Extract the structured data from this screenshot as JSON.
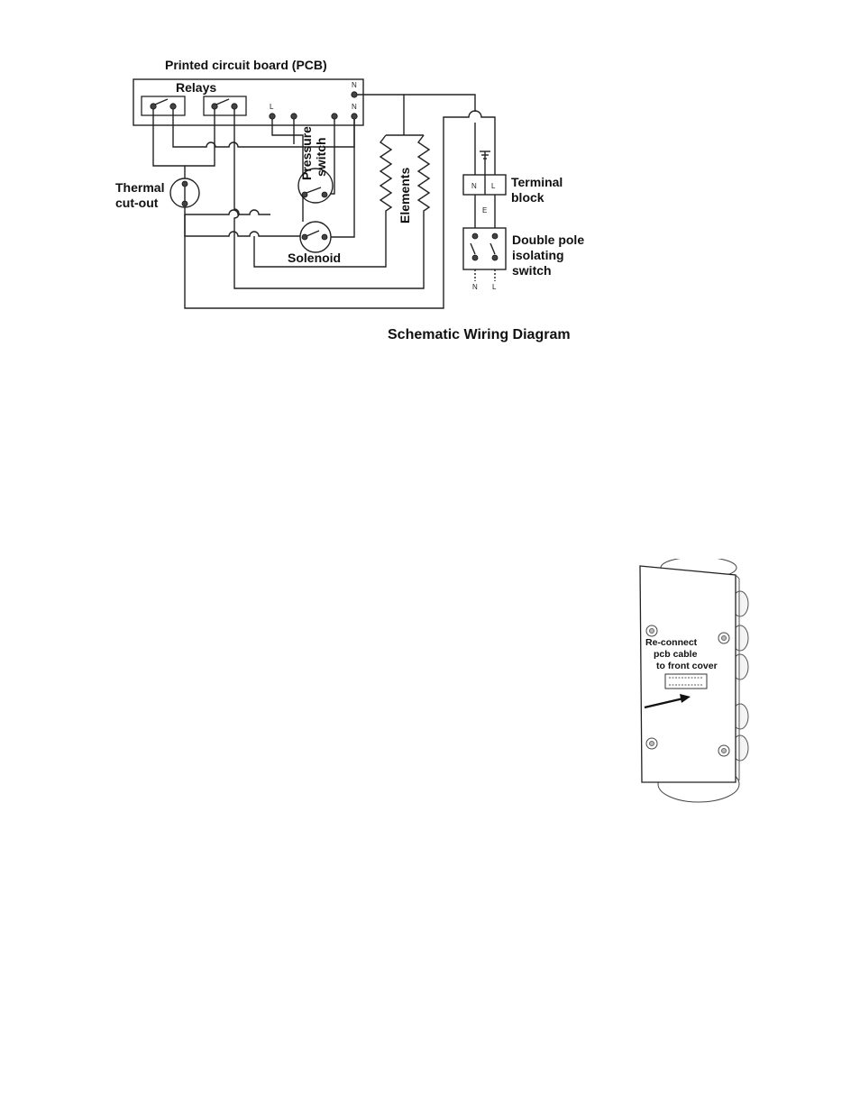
{
  "wiring_diagram": {
    "pcb_title": "Printed circuit board (PCB)",
    "relays_label": "Relays",
    "thermal_label_line1": "Thermal",
    "thermal_label_line2": "cut-out",
    "pressure_label_line1": "Pressure",
    "pressure_label_line2": "switch",
    "elements_label": "Elements",
    "solenoid_label": "Solenoid",
    "terminal_label_line1": "Terminal",
    "terminal_label_line2": "block",
    "isolating_label_line1": "Double pole",
    "isolating_label_line2": "isolating",
    "isolating_label_line3": "switch",
    "pcb_terminal_l": "L",
    "pcb_terminal_n1": "N",
    "pcb_terminal_n2": "N",
    "terminal_n": "N",
    "terminal_l": "L",
    "terminal_e": "E",
    "switch_n": "N",
    "switch_l": "L",
    "caption": "Schematic Wiring Diagram"
  },
  "pcb_cover_illustration": {
    "note_line1": "Re-connect",
    "note_line2": "pcb cable",
    "note_line3": "to front cover"
  }
}
